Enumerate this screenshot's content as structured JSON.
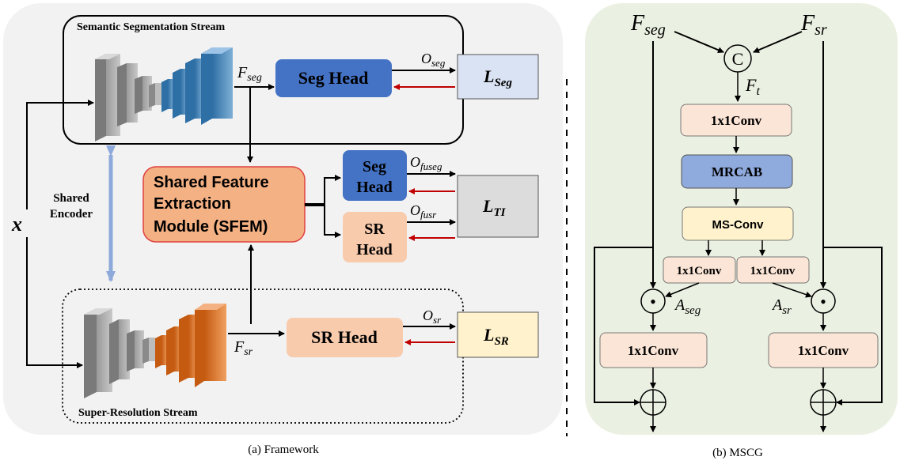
{
  "framework": {
    "caption": "(a) Framework",
    "input_label": "x",
    "shared_encoder_label": [
      "Shared",
      "Encoder"
    ],
    "seg_stream_title": "Semantic Segmentation Stream",
    "sr_stream_title": "Super-Resolution Stream",
    "seg_head_label": "Seg Head",
    "sr_head_label": "SR Head",
    "sfem_label": [
      "Shared Feature",
      "Extraction",
      "Module (SFEM)"
    ],
    "fuse_seg_head_label": [
      "Seg",
      "Head"
    ],
    "fuse_sr_head_label": [
      "SR",
      "Head"
    ],
    "f_seg": {
      "main": "F",
      "sub": "seg"
    },
    "f_sr": {
      "main": "F",
      "sub": "sr"
    },
    "o_seg": {
      "main": "O",
      "sub": "seg"
    },
    "o_sr": {
      "main": "O",
      "sub": "sr"
    },
    "o_fuseg": {
      "main": "O",
      "sub": "fuseg"
    },
    "o_fusr": {
      "main": "O",
      "sub": "fusr"
    },
    "l_seg": {
      "main": "L",
      "sub": "Seg"
    },
    "l_sr": {
      "main": "L",
      "sub": "SR"
    },
    "l_ti": {
      "main": "L",
      "sub": "TI"
    }
  },
  "mscg": {
    "caption": "(b) MSCG",
    "f_seg": {
      "main": "F",
      "sub": "seg"
    },
    "f_sr": {
      "main": "F",
      "sub": "sr"
    },
    "f_t": {
      "main": "F",
      "sub": "t"
    },
    "a_seg": {
      "main": "A",
      "sub": "seg"
    },
    "a_sr": {
      "main": "A",
      "sub": "sr"
    },
    "concat_symbol": "C",
    "conv1_label": "1x1Conv",
    "mrcab_label": "MRCAB",
    "msconv_label": "MS-Conv",
    "conv_left_label": "1x1Conv",
    "conv_right_label": "1x1Conv",
    "conv_bottom_left_label": "1x1Conv",
    "conv_bottom_right_label": "1x1Conv",
    "dot_symbol": "•"
  },
  "colors": {
    "panel_gray": "#f2f2f2",
    "panel_green": "#ebf1e2",
    "seg_blue": "#4472c4",
    "sfem_orange": "#f4b183",
    "sr_peach": "#f8cbad",
    "loss_blue": "#dae3f3",
    "loss_gray": "#dcdcdc",
    "loss_yellow": "#fff2cc",
    "conv_pink": "#fbe5d6",
    "mrcab_blue": "#8faadc",
    "msconv_yellow": "#fff2cc",
    "red_arrow": "#c00000",
    "shared_arrow": "#8eaadb"
  }
}
